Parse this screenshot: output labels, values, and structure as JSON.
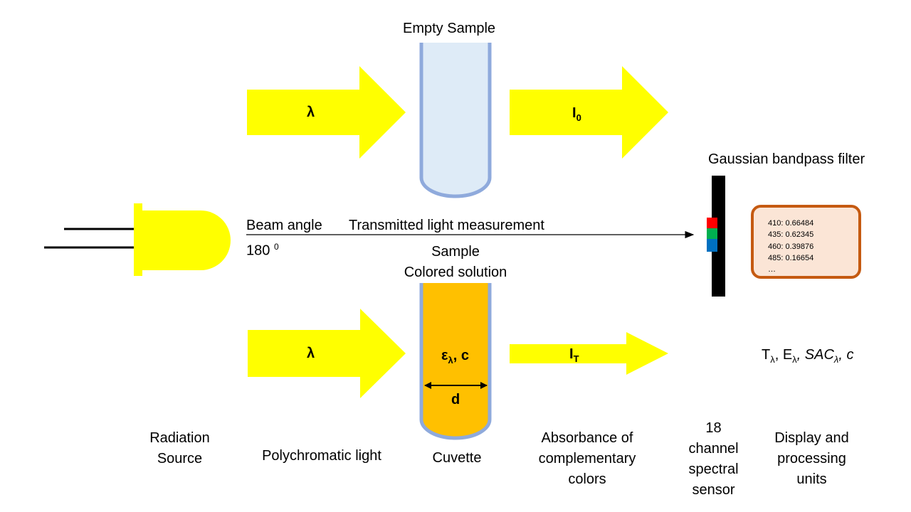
{
  "labels": {
    "empty_sample": "Empty Sample",
    "lambda_top": "λ",
    "i0_main": "I",
    "i0_sub": "0",
    "gaussian_filter": "Gaussian bandpass filter",
    "beam_angle": "Beam angle",
    "angle_value": "180",
    "angle_sup": "0",
    "transmitted_measurement": "Transmitted light measurement",
    "sample": "Sample",
    "colored_solution": "Colored solution",
    "lambda_bottom": "λ",
    "epsilon": "ε",
    "epsilon_sub": "λ",
    "epsilon_rest": ", c",
    "path_d": "d",
    "it_main": "I",
    "it_sub": "T",
    "formula": {
      "t": "T",
      "t_sub": "λ",
      "e": ", E",
      "e_sub": "λ",
      "sac": ", SAC",
      "sac_sub": "λ",
      "c": ", c"
    }
  },
  "readings": [
    "410: 0.66484",
    "435: 0.62345",
    "460: 0.39876",
    "485: 0.16654",
    "…"
  ],
  "captions": {
    "radiation_source": "Radiation Source",
    "polychromatic_light": "Polychromatic light",
    "cuvette": "Cuvette",
    "absorbance": "Absorbance of complementary colors",
    "sensor": "18 channel spectral sensor",
    "display_units": "Display and processing units"
  },
  "colors": {
    "beam": "#ffff00",
    "led": "#ffff00",
    "empty_tube_fill": "#deebf7",
    "tube_border": "#8faadc",
    "sample_fill": "#ffc000",
    "sensor_body": "#000000",
    "sensor_red": "#ff0000",
    "sensor_green": "#00b050",
    "sensor_blue": "#0070c0",
    "display_fill": "#fbe5d6",
    "display_border": "#c55a11"
  }
}
